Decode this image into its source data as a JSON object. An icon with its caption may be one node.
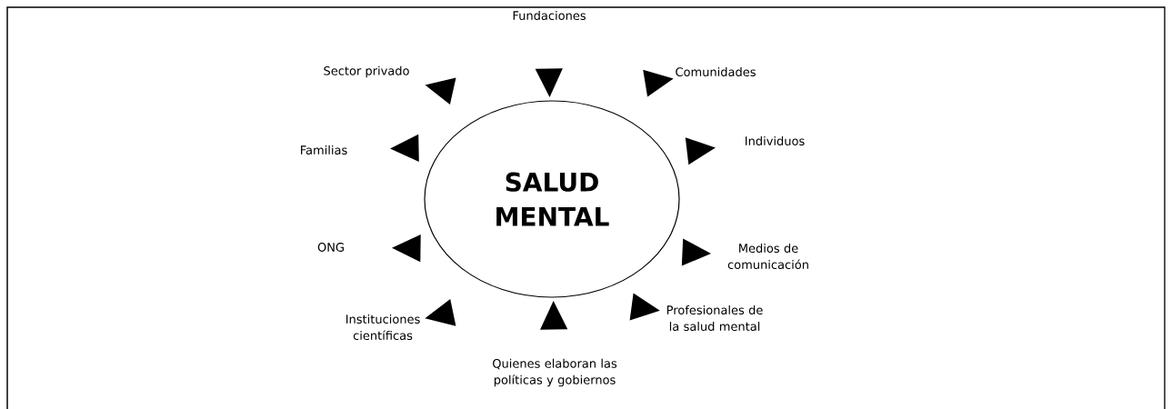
{
  "diagram": {
    "nodes": [
      {
        "text": [
          "Fundaciones"
        ]
      },
      {
        "text": [
          "Sector privado"
        ]
      },
      {
        "text": [
          "Comunidades"
        ]
      },
      {
        "text": [
          "Familias"
        ]
      },
      {
        "text": [
          "Individuos"
        ]
      },
      {
        "text": [
          "SALUD MENTAL"
        ]
      },
      {
        "text": [
          "ONG"
        ]
      },
      {
        "text": [
          "Medios de comunicación"
        ]
      },
      {
        "text": [
          "Instituciones científicas"
        ]
      },
      {
        "text": [
          "Profesionales de la salud mental"
        ]
      },
      {
        "text": [
          "Quienes elaboran las políticas y gobiernos"
        ]
      }
    ],
    "edges": [
      {
        "from": 0,
        "to": 5,
        "arrow": "to"
      },
      {
        "from": 5,
        "to": 1,
        "arrow": "to"
      },
      {
        "from": 5,
        "to": 2,
        "arrow": "to"
      },
      {
        "from": 5,
        "to": 3,
        "arrow": "to"
      },
      {
        "from": 5,
        "to": 4,
        "arrow": "to"
      },
      {
        "from": 5,
        "to": 6,
        "arrow": "to"
      },
      {
        "from": 5,
        "to": 7,
        "arrow": "to"
      },
      {
        "from": 5,
        "to": 8,
        "arrow": "to"
      },
      {
        "from": 5,
        "to": 9,
        "arrow": "to"
      },
      {
        "from": 10,
        "to": 5,
        "arrow": "to"
      }
    ]
  }
}
